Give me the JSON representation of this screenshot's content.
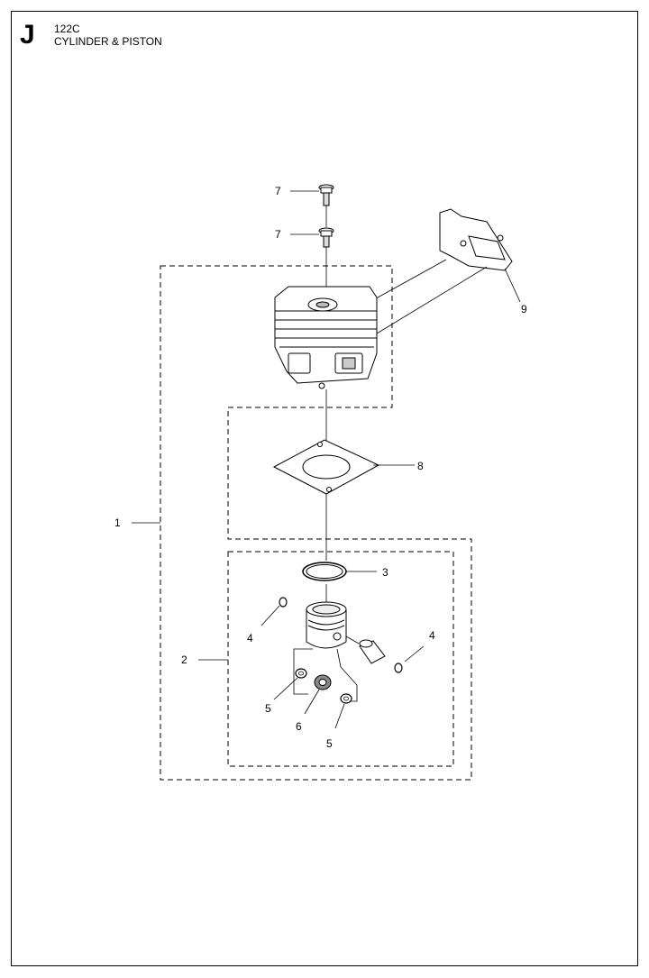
{
  "header": {
    "section_letter": "J",
    "model": "122C",
    "subtitle": "CYLINDER & PISTON"
  },
  "callouts": [
    {
      "id": "screw-upper",
      "label": "7"
    },
    {
      "id": "screw-lower",
      "label": "7"
    },
    {
      "id": "muffler-gasket",
      "label": "9"
    },
    {
      "id": "cylinder-gasket",
      "label": "8"
    },
    {
      "id": "cylinder-assembly",
      "label": "1"
    },
    {
      "id": "piston-ring",
      "label": "3"
    },
    {
      "id": "circlip-left",
      "label": "4"
    },
    {
      "id": "circlip-right",
      "label": "4"
    },
    {
      "id": "piston-assembly",
      "label": "2"
    },
    {
      "id": "washer-left",
      "label": "5"
    },
    {
      "id": "needle-bearing",
      "label": "6"
    },
    {
      "id": "washer-right",
      "label": "5"
    }
  ]
}
